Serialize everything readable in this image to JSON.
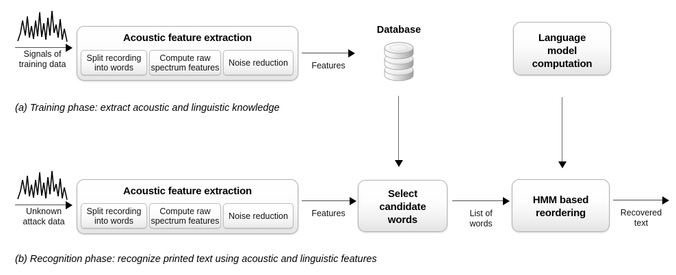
{
  "figure": {
    "panels": [
      {
        "id": "a",
        "caption": "(a) Training phase: extract acoustic and linguistic knowledge",
        "input_label_line1": "Signals of",
        "input_label_line2": "training data",
        "waveform_icon": "waveform-icon",
        "pipeline": {
          "title": "Acoustic feature extraction",
          "stages": [
            {
              "line1": "Split recording",
              "line2": "into words"
            },
            {
              "line1": "Compute raw",
              "line2": "spectrum features"
            },
            {
              "line1": "Noise reduction",
              "line2": ""
            }
          ]
        },
        "edge_features": "Features",
        "database": {
          "label": "Database",
          "icon": "database-cylinder-icon"
        },
        "language_model": {
          "line1": "Language",
          "line2": "model",
          "line3": "computation"
        }
      },
      {
        "id": "b",
        "caption": "(b) Recognition phase: recognize printed text using acoustic and linguistic features",
        "input_label_line1": "Unknown",
        "input_label_line2": "attack data",
        "waveform_icon": "waveform-icon",
        "pipeline": {
          "title": "Acoustic feature extraction",
          "stages": [
            {
              "line1": "Split recording",
              "line2": "into words"
            },
            {
              "line1": "Compute raw",
              "line2": "spectrum features"
            },
            {
              "line1": "Noise reduction",
              "line2": ""
            }
          ]
        },
        "edge_features": "Features",
        "select_candidate": {
          "line1": "Select",
          "line2": "candidate",
          "line3": "words"
        },
        "edge_list_of_words_line1": "List of",
        "edge_list_of_words_line2": "words",
        "hmm": {
          "line1": "HMM based",
          "line2": "reordering"
        },
        "edge_recovered_line1": "Recovered",
        "edge_recovered_line2": "text"
      }
    ]
  },
  "colors": {
    "background": "#ffffff",
    "box_border": "#b3b3b3",
    "box_fill_top": "#ffffff",
    "box_fill_bottom": "#e4e4e4",
    "arrow": "#000000",
    "text": "#000000"
  }
}
